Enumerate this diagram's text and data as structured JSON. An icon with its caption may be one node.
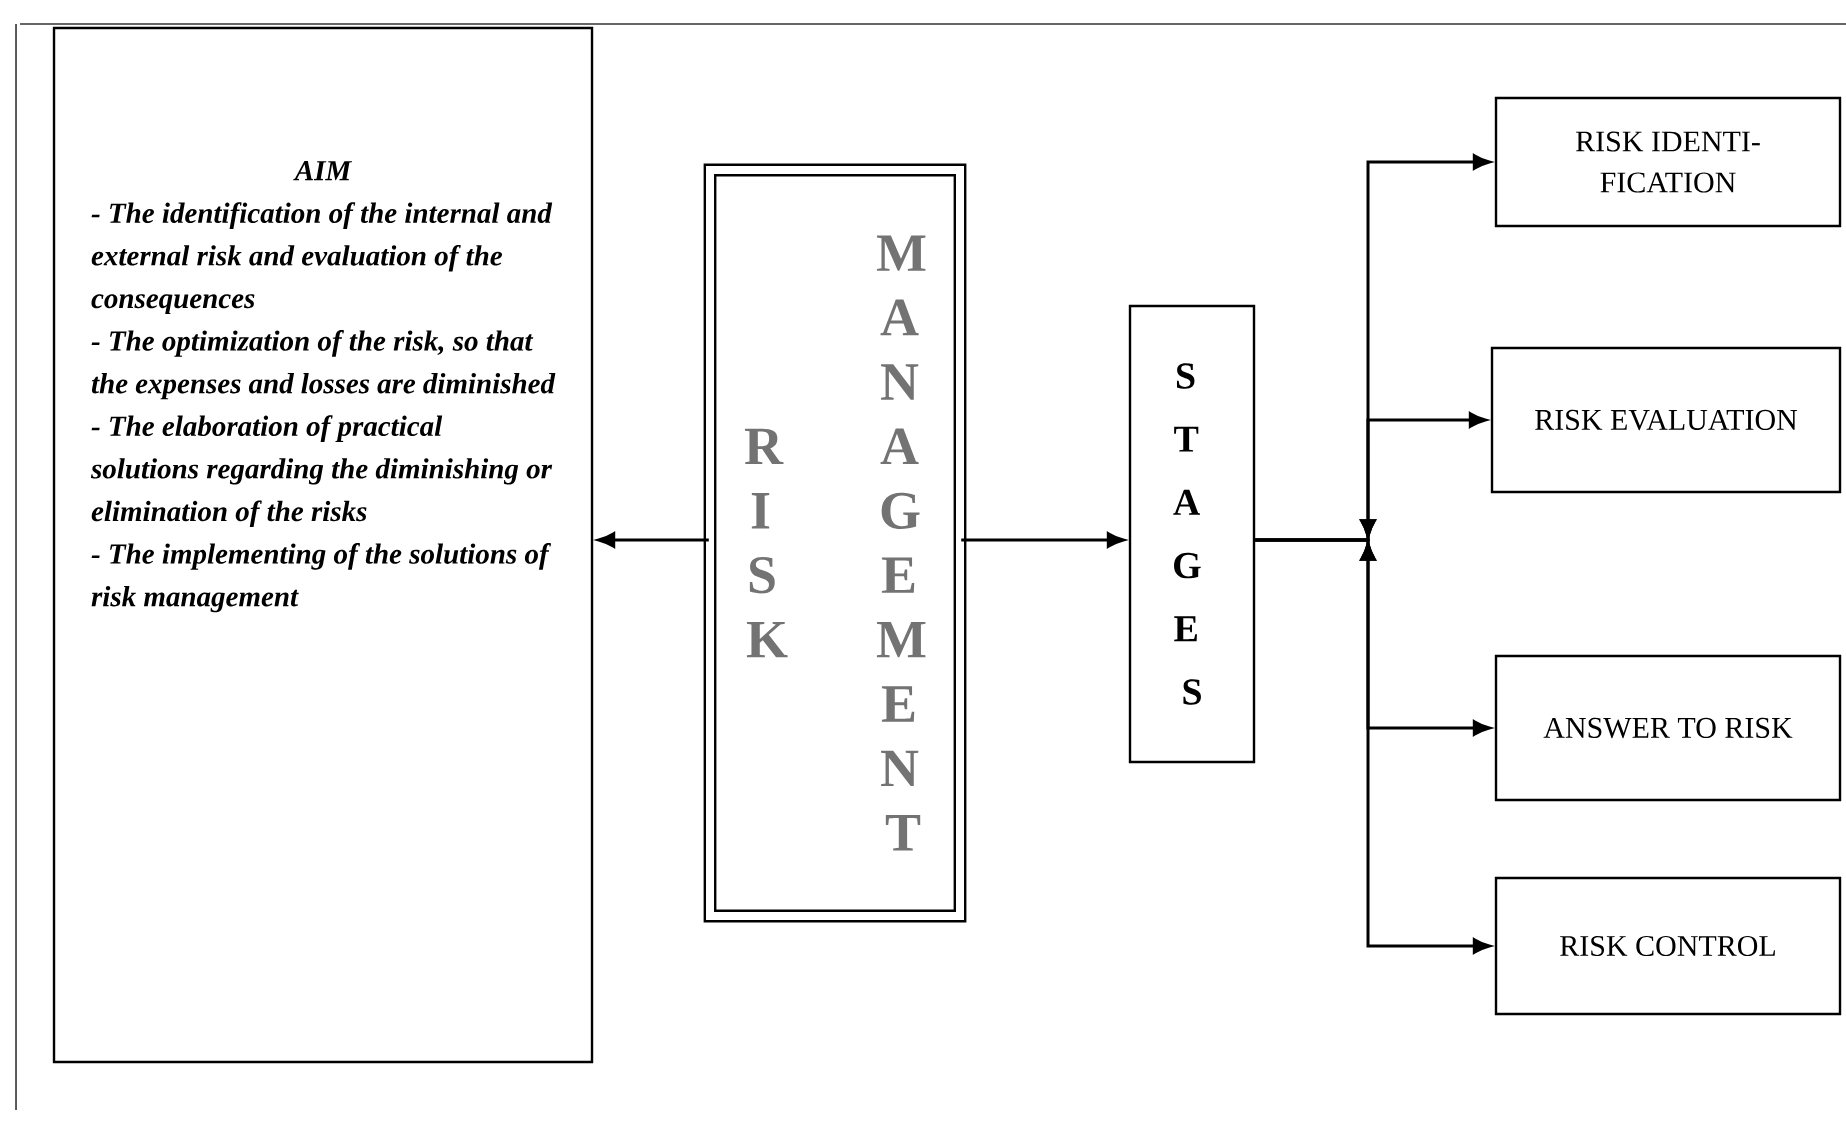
{
  "diagram": {
    "nodes": [
      {
        "text": [
          "AIM",
          "- The identification of the internal and external risk and evaluation of the consequences",
          "- The optimization of the risk, so that the expenses and losses are diminished",
          "- The elaboration of practical solutions regarding the diminishing or elimination of the risks",
          "- The implementing of the solutions of risk management"
        ]
      },
      {
        "text": [
          "RISK",
          "MANAGEMENT"
        ]
      },
      {
        "text": [
          "STAGES"
        ]
      },
      {
        "text": [
          "RISK IDENTI- FICATION"
        ]
      },
      {
        "text": [
          "RISK EVALUATION"
        ]
      },
      {
        "text": [
          "ANSWER TO RISK"
        ]
      },
      {
        "text": [
          "RISK CONTROL"
        ]
      }
    ],
    "edges": [
      {
        "from": 1,
        "to": 0,
        "arrow": "to"
      },
      {
        "from": 1,
        "to": 2,
        "arrow": "to"
      },
      {
        "from": 2,
        "to": 3,
        "arrow": "to"
      },
      {
        "from": 2,
        "to": 4,
        "arrow": "to"
      },
      {
        "from": 2,
        "to": 5,
        "arrow": "to"
      },
      {
        "from": 2,
        "to": 6,
        "arrow": "to"
      }
    ]
  }
}
